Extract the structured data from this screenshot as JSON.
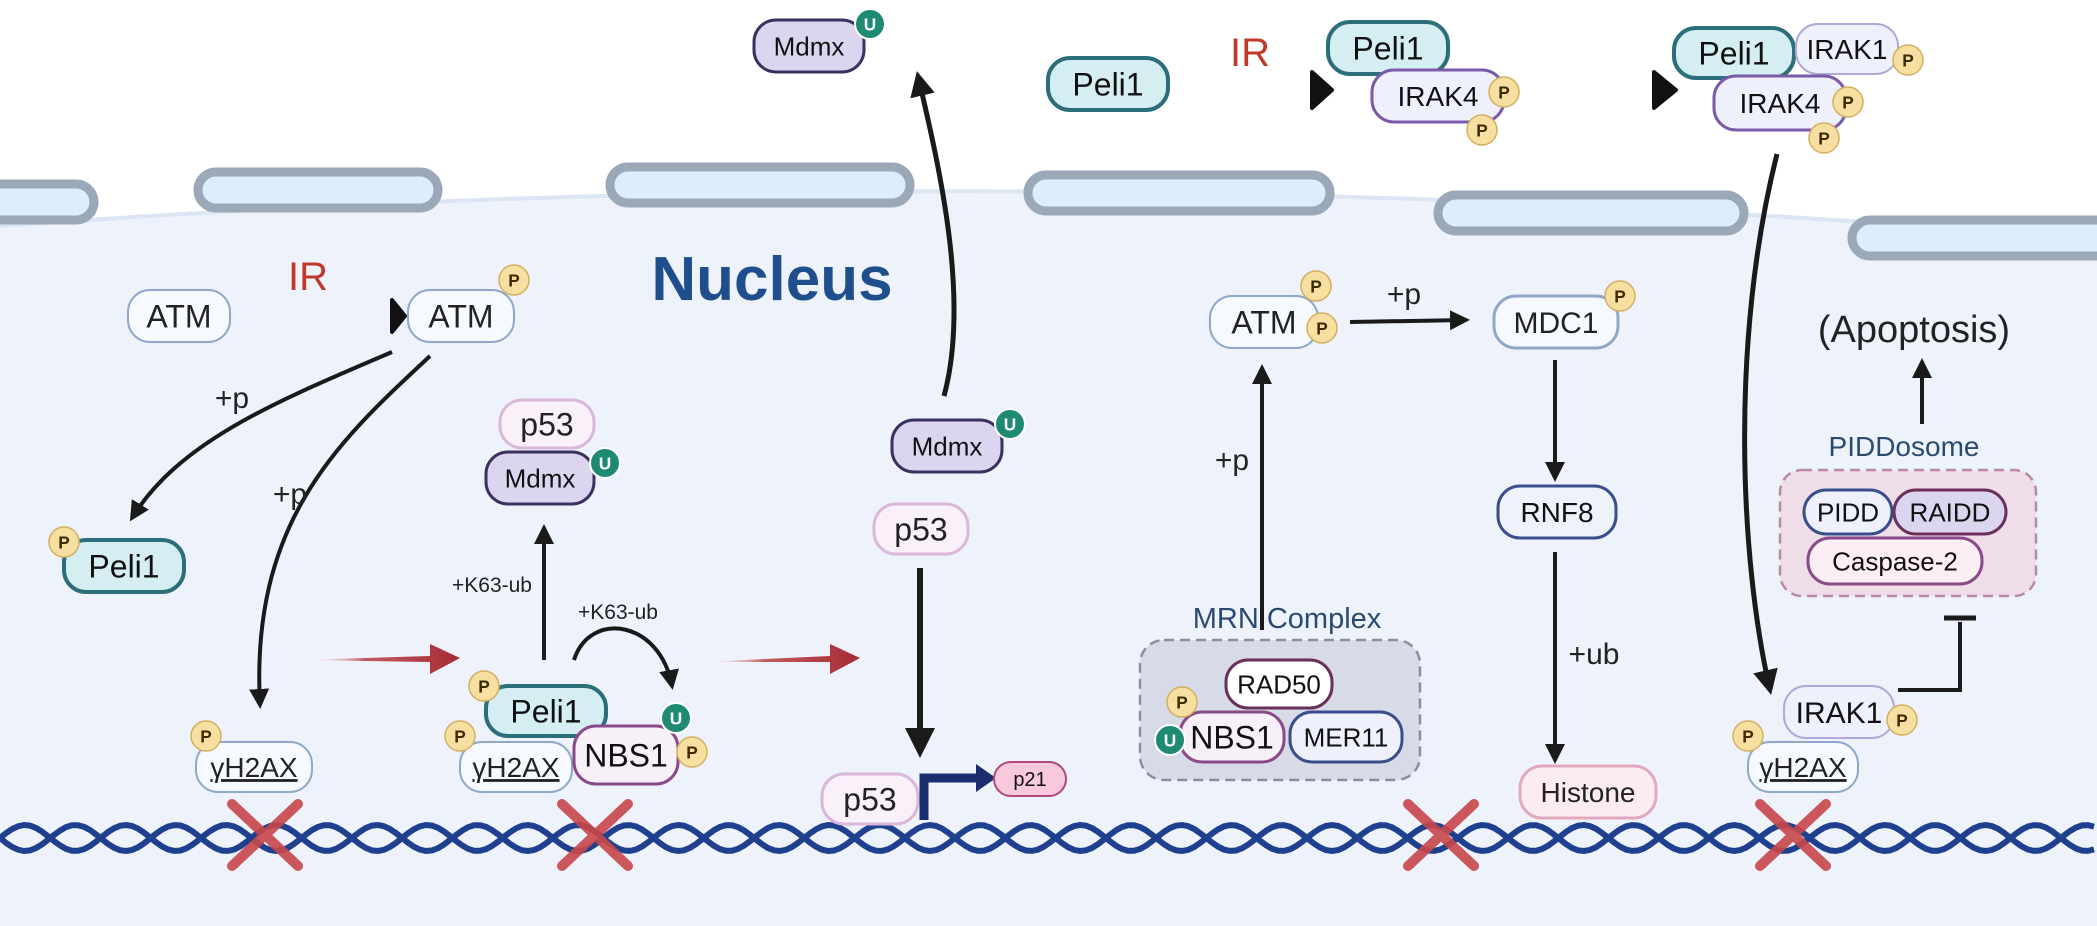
{
  "nucleus_label": "Nucleus",
  "phospho": "P",
  "ubiq": "U",
  "ir": "IR",
  "plus_p": "+p",
  "plus_ub": "+ub",
  "k63_ub": "+K63-ub",
  "atm": "ATM",
  "peli1": "Peli1",
  "gamma_h2ax": "γH2AX",
  "p53": "p53",
  "mdmx": "Mdmx",
  "nbs1": "NBS1",
  "p21": "p21",
  "irak1": "IRAK1",
  "irak4": "IRAK4",
  "mrn_complex": "MRN Complex",
  "rad50": "RAD50",
  "mer11": "MER11",
  "mdc1": "MDC1",
  "rnf8": "RNF8",
  "histone": "Histone",
  "apoptosis": "(Apoptosis)",
  "piddosome": "PIDDosome",
  "pidd": "PIDD",
  "raidd": "RAIDD",
  "caspase2": "Caspase-2",
  "colors": {
    "ir_red": "#c0392b",
    "nucleus_title": "#1f4e8c",
    "nucleus_fill": "#eef3fb",
    "peli1_fill": "#d4eef2",
    "peli1_stroke": "#2c6e7a",
    "mdmx_fill": "#dcd5f0",
    "mdmx_stroke": "#3a3160",
    "phospho_fill": "#f6dfa0",
    "ubiq_fill": "#1e8a72",
    "dna_blue": "#1f3f8f",
    "cross_red": "#c0392b",
    "red_arrow": "#b0303a"
  }
}
